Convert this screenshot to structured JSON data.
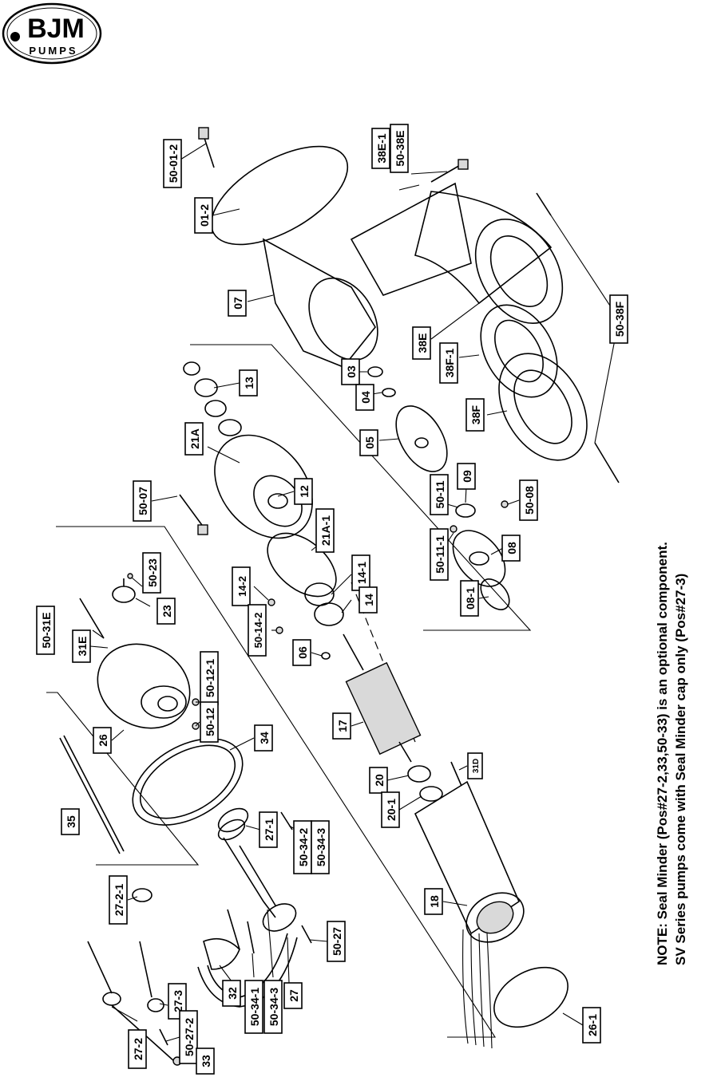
{
  "brand": {
    "name": "BJM",
    "sub": "PUMPS"
  },
  "note": {
    "line1": "NOTE: Seal Minder (Pos#27-2,33,50-33) is an optional component.",
    "line2": "SV Series pumps come with Seal Minder cap only (Pos#27-3)"
  },
  "labels": {
    "p50_01_2": "50-01-2",
    "p01_2": "01-2",
    "p38E_1": "38E-1",
    "p50_38E": "50-38E",
    "p07": "07",
    "p13": "13",
    "p21A": "21A",
    "p03": "03",
    "p04": "04",
    "p05": "05",
    "p38E": "38E",
    "p38F_1": "38F-1",
    "p38F": "38F",
    "p50_38F": "50-38F",
    "p50_07": "50-07",
    "p12": "12",
    "p21A_1": "21A-1",
    "p50_11": "50-11",
    "p09": "09",
    "p50_11_1": "50-11-1",
    "p50_08": "50-08",
    "p08": "08",
    "p08_1": "08-1",
    "p50_23": "50-23",
    "p23": "23",
    "p14_2": "14-2",
    "p14_1": "14-1",
    "p14": "14",
    "p50_14_2": "50-14-2",
    "p50_31E": "50-31E",
    "p31E": "31E",
    "p06": "06",
    "p50_12_1": "50-12-1",
    "p50_12": "50-12",
    "p26": "26",
    "p34": "34",
    "p17": "17",
    "p31D": "31D",
    "p20": "20",
    "p20_1": "20-1",
    "p35": "35",
    "p27_1": "27-1",
    "p50_34_2": "50-34-2",
    "p50_34_3a": "50-34-3",
    "p18": "18",
    "p27_2_1": "27-2-1",
    "p27_3": "27-3",
    "p50_27_2": "50-27-2",
    "p50_27": "50-27",
    "p26_1": "26-1",
    "p32": "32",
    "p50_34_1": "50-34-1",
    "p50_34_3b": "50-34-3",
    "p27": "27",
    "p27_2": "27-2",
    "p33": "33"
  }
}
